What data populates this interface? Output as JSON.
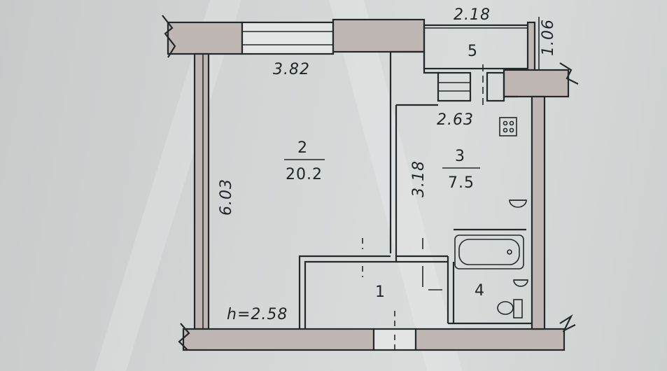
{
  "plan": {
    "rooms": [
      {
        "number": "1",
        "area": ""
      },
      {
        "number": "2",
        "area": "20.2"
      },
      {
        "number": "3",
        "area": "7.5"
      },
      {
        "number": "4",
        "area": ""
      },
      {
        "number": "5",
        "area": ""
      }
    ],
    "dimensions": {
      "top_room2": "3.82",
      "top_balcony": "2.18",
      "balcony_depth": "1.06",
      "left_height": "6.03",
      "kitchen_top": "2.63",
      "kitchen_side": "3.18"
    },
    "ceiling_height": "h=2.58"
  },
  "colors": {
    "wall_fill": "#bfb7b4",
    "line": "#23282a",
    "paper": "#d2d6d5"
  }
}
